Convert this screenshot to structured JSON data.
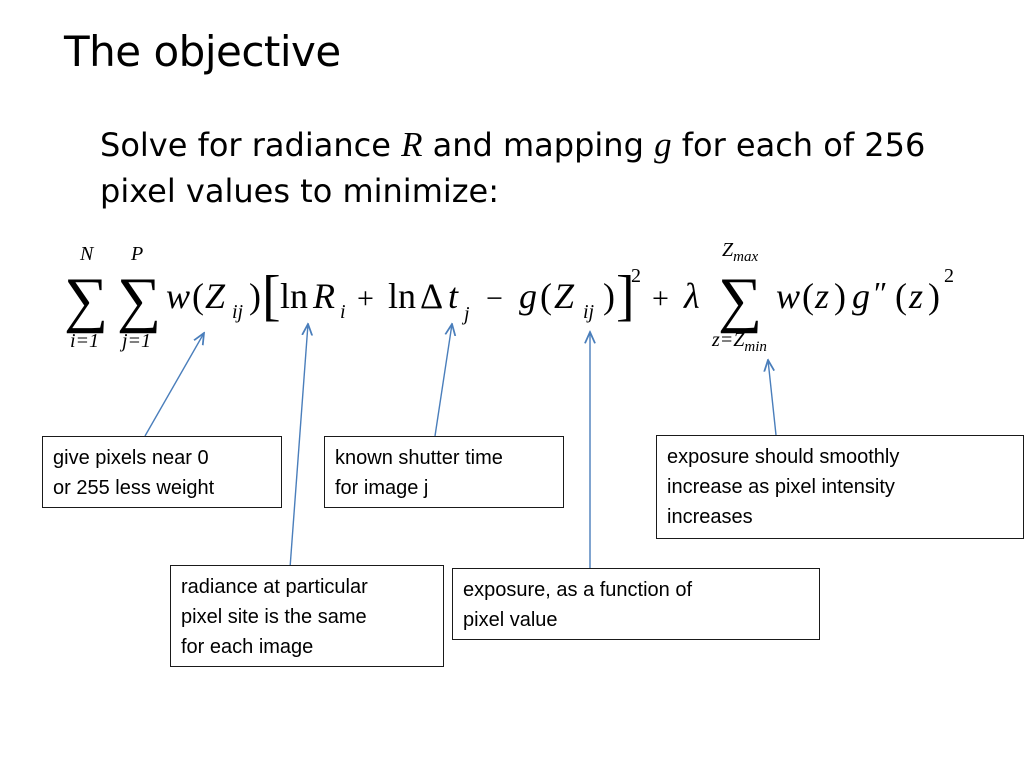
{
  "slide": {
    "title": "The objective",
    "intro": {
      "part1": "Solve for radiance ",
      "var_R": "R",
      "part2": " and mapping ",
      "var_g": "g",
      "part3": " for each of 256 pixel values to minimize:"
    }
  },
  "formula": {
    "sum1": {
      "upper": "N",
      "lower": "i=1"
    },
    "sum2": {
      "upper": "P",
      "lower": "j=1"
    },
    "sum3": {
      "upper": "Z",
      "upper_sub": "max",
      "lower": "z=Z",
      "lower_sub": "min"
    },
    "sigma": "∑",
    "w": "w",
    "Z": "Z",
    "ij": "ij",
    "ln": "ln",
    "R": "R",
    "i": "i",
    "plus": "+",
    "minus": "−",
    "delta": "Δ",
    "t": "t",
    "j": "j",
    "g": "g",
    "lambda": "λ",
    "z": "z",
    "double_prime": "″",
    "lparen": "(",
    "rparen": ")",
    "lbracket": "[",
    "rbracket": "]",
    "square": "2"
  },
  "annotations": {
    "weight": [
      "give pixels near 0",
      "or 255 less weight"
    ],
    "radiance": [
      "radiance at particular",
      "pixel site is the same",
      "for each image"
    ],
    "shutter": [
      "known shutter time",
      "for image j"
    ],
    "exposure": [
      "exposure, as a function of",
      "pixel value"
    ],
    "smooth": [
      "exposure should smoothly",
      "increase as pixel intensity",
      "increases"
    ]
  },
  "colors": {
    "arrow": "#4a7ebb",
    "box_border": "#1a1a1a"
  }
}
